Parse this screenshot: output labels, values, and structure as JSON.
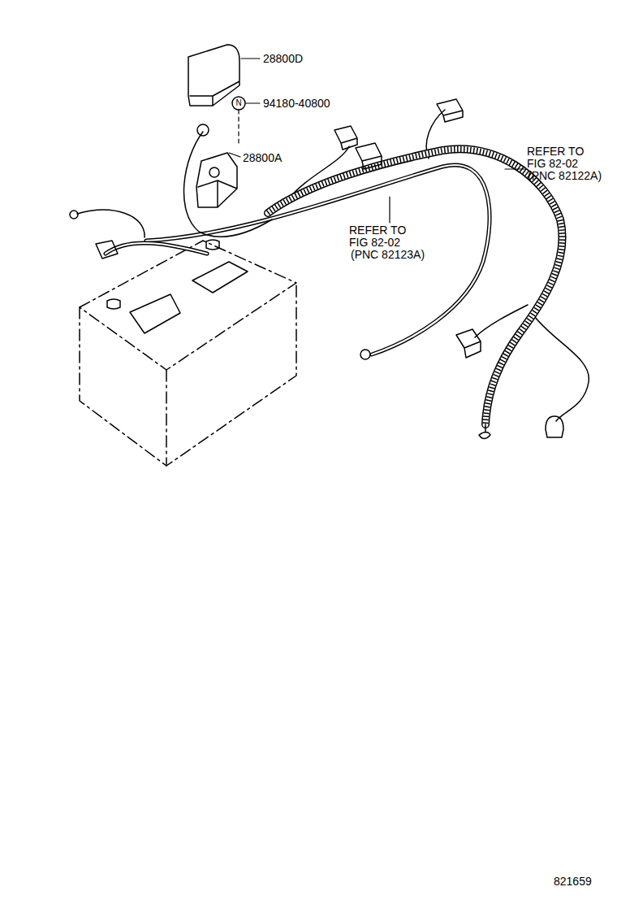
{
  "diagram": {
    "labels": [
      "28800D",
      "N",
      "94180-40800",
      "28800A",
      "REFER TO",
      "FIG 82-02",
      "(PNC 82122A)",
      "REFER TO",
      "FIG 82-02",
      "(PNC 82123A)",
      "821659"
    ]
  }
}
